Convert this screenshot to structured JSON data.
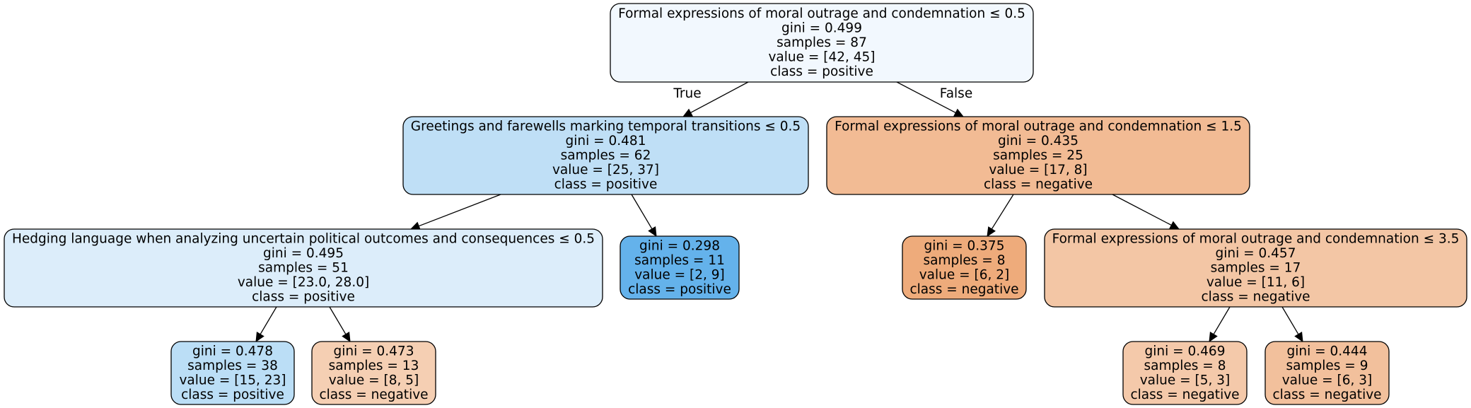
{
  "nodes": [
    {
      "id": "root",
      "color": "#f2f8fe",
      "lines": [
        "Formal expressions of moral outrage and condemnation ≤ 0.5",
        "gini = 0.499",
        "samples = 87",
        "value = [42, 45]",
        "class = positive"
      ]
    },
    {
      "id": "n1",
      "color": "#bfdff6",
      "lines": [
        "Greetings and farewells marking temporal transitions ≤ 0.5",
        "gini = 0.481",
        "samples = 62",
        "value = [25, 37]",
        "class = positive"
      ]
    },
    {
      "id": "n2",
      "color": "#f2bb94",
      "lines": [
        "Formal expressions of moral outrage and condemnation ≤ 1.5",
        "gini = 0.435",
        "samples = 25",
        "value = [17, 8]",
        "class = negative"
      ]
    },
    {
      "id": "n3",
      "color": "#dcedfa",
      "lines": [
        "Hedging language when analyzing uncertain political outcomes and consequences ≤ 0.5",
        "gini = 0.495",
        "samples = 51",
        "value = [23.0, 28.0]",
        "class = positive"
      ]
    },
    {
      "id": "n4",
      "color": "#64b2eb",
      "lines": [
        "gini = 0.298",
        "samples = 11",
        "value = [2, 9]",
        "class = positive"
      ]
    },
    {
      "id": "n5",
      "color": "#eeab7b",
      "lines": [
        "gini = 0.375",
        "samples = 8",
        "value = [6, 2]",
        "class = negative"
      ]
    },
    {
      "id": "n6",
      "color": "#f3c6a5",
      "lines": [
        "Formal expressions of moral outrage and condemnation ≤ 3.5",
        "gini = 0.457",
        "samples = 17",
        "value = [11, 6]",
        "class = negative"
      ]
    },
    {
      "id": "n7",
      "color": "#bbdef6",
      "lines": [
        "gini = 0.478",
        "samples = 38",
        "value = [15, 23]",
        "class = positive"
      ]
    },
    {
      "id": "n8",
      "color": "#f5cfb3",
      "lines": [
        "gini = 0.473",
        "samples = 13",
        "value = [8, 5]",
        "class = negative"
      ]
    },
    {
      "id": "n9",
      "color": "#f4c9aa",
      "lines": [
        "gini = 0.469",
        "samples = 8",
        "value = [5, 3]",
        "class = negative"
      ]
    },
    {
      "id": "n10",
      "color": "#f2c09c",
      "lines": [
        "gini = 0.444",
        "samples = 9",
        "value = [6, 3]",
        "class = negative"
      ]
    }
  ],
  "edges": [
    {
      "from": "root",
      "to": "n1",
      "label": "True"
    },
    {
      "from": "root",
      "to": "n2",
      "label": "False"
    },
    {
      "from": "n1",
      "to": "n3",
      "label": ""
    },
    {
      "from": "n1",
      "to": "n4",
      "label": ""
    },
    {
      "from": "n2",
      "to": "n5",
      "label": ""
    },
    {
      "from": "n2",
      "to": "n6",
      "label": ""
    },
    {
      "from": "n3",
      "to": "n7",
      "label": ""
    },
    {
      "from": "n3",
      "to": "n8",
      "label": ""
    },
    {
      "from": "n6",
      "to": "n9",
      "label": ""
    },
    {
      "from": "n6",
      "to": "n10",
      "label": ""
    }
  ]
}
